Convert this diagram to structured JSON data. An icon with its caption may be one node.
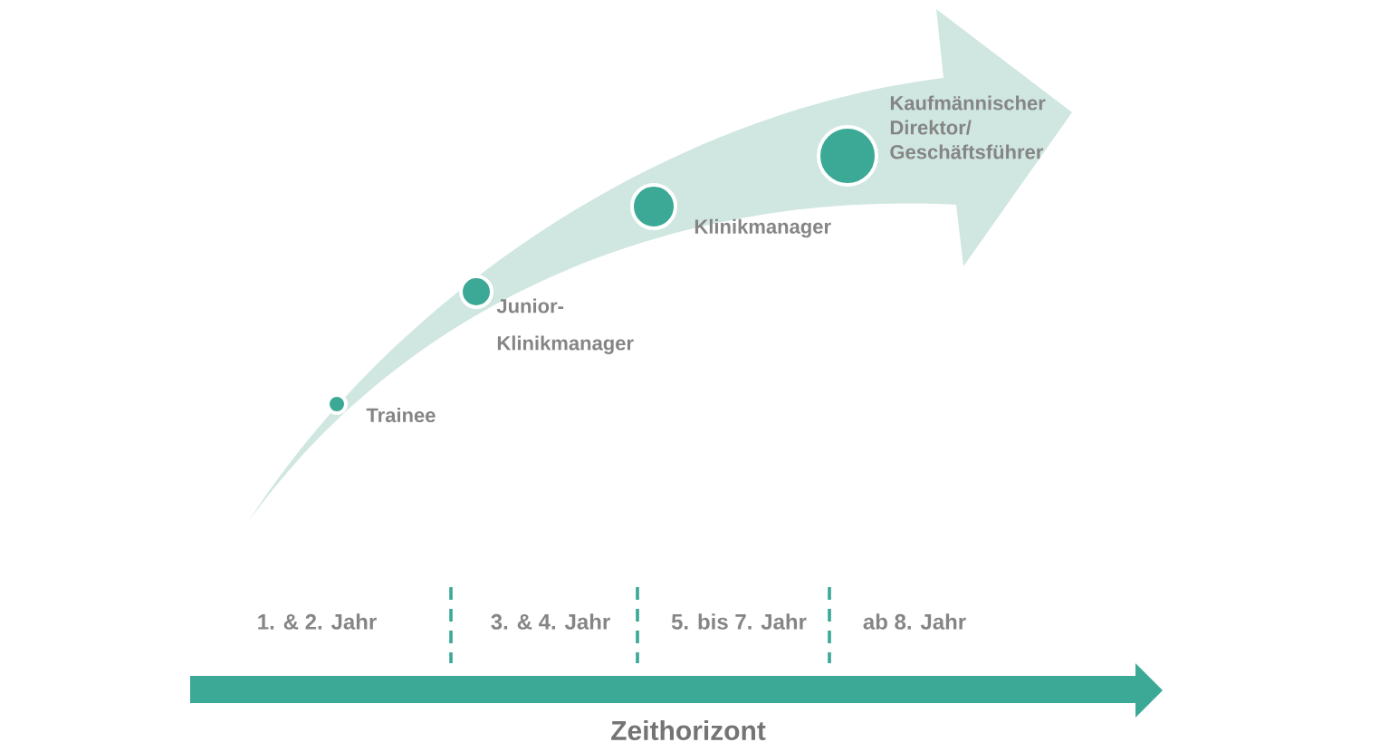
{
  "diagram": {
    "nodes": [
      {
        "text": [],
        "shape": "circle",
        "beside": [
          "Trainee"
        ]
      },
      {
        "text": [],
        "shape": "circle",
        "beside": [
          "Junior- Klinikmanager"
        ]
      },
      {
        "text": [],
        "shape": "circle",
        "beside": [
          "Klinikmanager"
        ]
      },
      {
        "text": [],
        "shape": "circle",
        "beside": [
          "Kaufmännischer Direktor/ Geschäftsführer"
        ]
      }
    ],
    "labels": [
      "1. & 2. Jahr",
      "3. & 4. Jahr",
      "5. bis 7. Jahr",
      "ab 8. Jahr",
      "Zeithorizont"
    ]
  }
}
